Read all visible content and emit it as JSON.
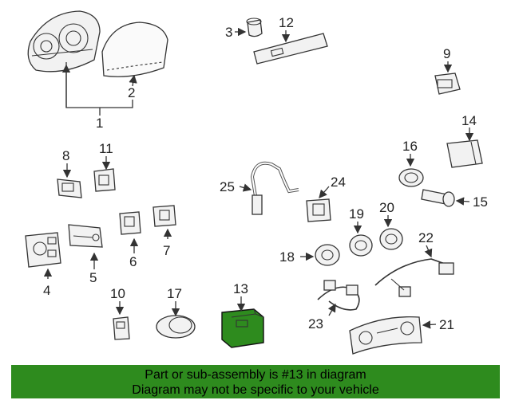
{
  "callouts": {
    "c1": "1",
    "c2": "2",
    "c3": "3",
    "c4": "4",
    "c5": "5",
    "c6": "6",
    "c7": "7",
    "c8": "8",
    "c9": "9",
    "c10": "10",
    "c11": "11",
    "c12": "12",
    "c13": "13",
    "c14": "14",
    "c15": "15",
    "c16": "16",
    "c17": "17",
    "c18": "18",
    "c19": "19",
    "c20": "20",
    "c21": "21",
    "c22": "22",
    "c23": "23",
    "c24": "24",
    "c25": "25"
  },
  "highlighted_part": "13",
  "highlight_color": "#2e8b1e",
  "banner": {
    "line1": "Part or sub-assembly is #13 in diagram",
    "line2": "Diagram may not be specific to your vehicle"
  }
}
